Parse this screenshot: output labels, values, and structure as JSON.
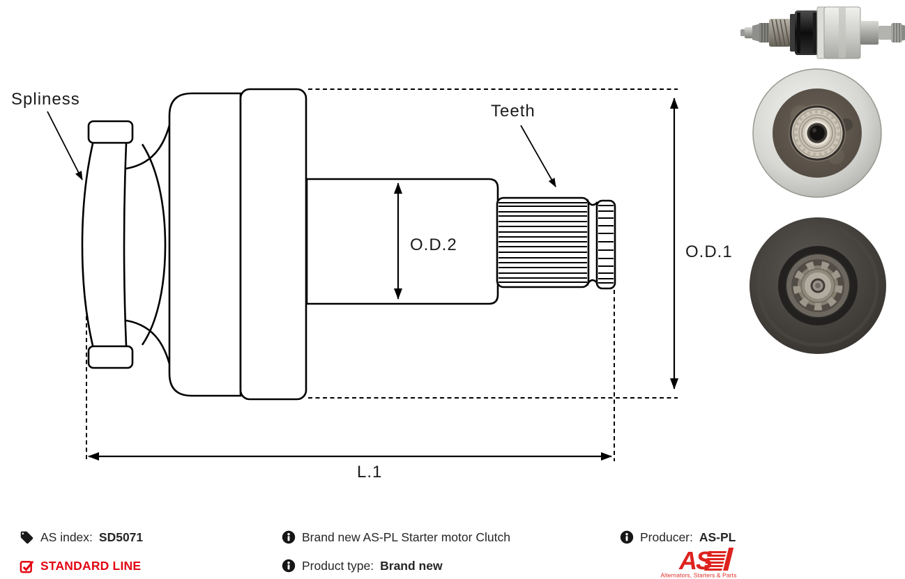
{
  "diagram": {
    "labels": {
      "spliness": "Spliness",
      "teeth": "Teeth",
      "od2": "O.D.2",
      "od1": "O.D.1",
      "l1": "L.1"
    }
  },
  "footer": {
    "as_index_label": "AS index:",
    "as_index_value": "SD5071",
    "standard_line_label": "STANDARD LINE",
    "description": "Brand new AS-PL Starter motor Clutch",
    "product_type_label": "Product type:",
    "product_type_value": "Brand new",
    "producer_label": "Producer:",
    "producer_value": "AS-PL",
    "logo": {
      "text": "AS",
      "tagline": "Alternators, Starters & Parts"
    }
  },
  "icons": {
    "tag": "tag-icon",
    "checkbox": "checked-checkbox-icon",
    "info": "info-icon"
  },
  "colors": {
    "accent_red": "#e30613",
    "logo_red": "#de231f",
    "drawing_ink": "#000000",
    "text_ink": "#262626"
  }
}
